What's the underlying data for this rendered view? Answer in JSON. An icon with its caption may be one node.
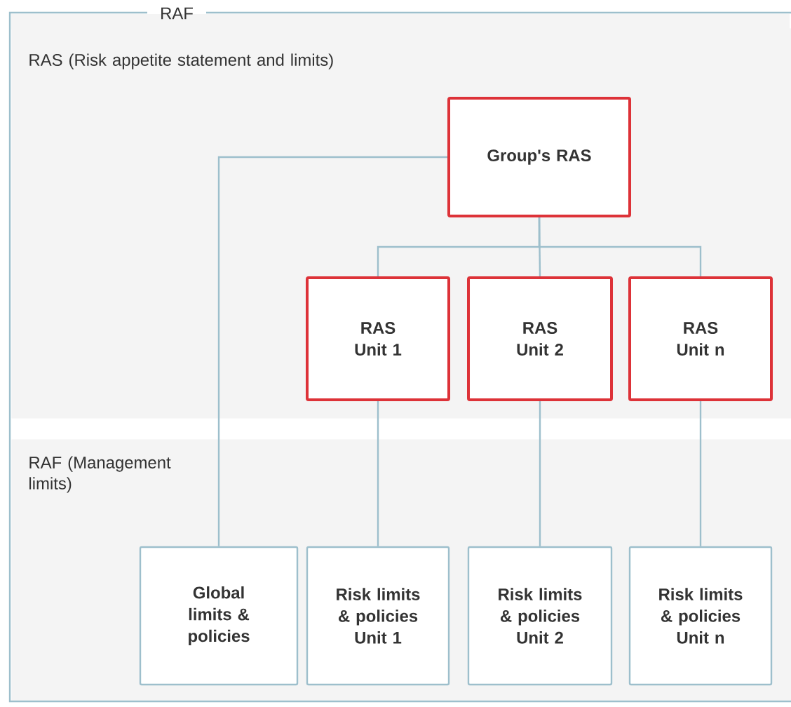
{
  "diagram": {
    "nodes": [
      {
        "text": [
          "RAF"
        ]
      },
      {
        "text": [
          "RAS (Risk appetite statement and limits)"
        ],
        "in": 0
      },
      {
        "text": [
          "RAF (Management limits)"
        ],
        "in": 0
      },
      {
        "text": [
          "Group's RAS"
        ],
        "in": 1
      },
      {
        "text": [
          "RAS Unit 1"
        ],
        "in": 1
      },
      {
        "text": [
          "RAS Unit 2"
        ],
        "in": 1
      },
      {
        "text": [
          "RAS Unit n"
        ],
        "in": 1
      },
      {
        "text": [
          "Global limits & policies"
        ],
        "in": 2
      },
      {
        "text": [
          "Risk limits & policies Unit 1"
        ],
        "in": 2
      },
      {
        "text": [
          "Risk limits & policies Unit 2"
        ],
        "in": 2
      },
      {
        "text": [
          "Risk limits & policies Unit n"
        ],
        "in": 2
      }
    ],
    "edges": [
      {
        "from": 3,
        "to": 7,
        "arrow": "none"
      },
      {
        "from": 3,
        "to": 4,
        "arrow": "none"
      },
      {
        "from": 3,
        "to": 5,
        "arrow": "none"
      },
      {
        "from": 3,
        "to": 6,
        "arrow": "none"
      },
      {
        "from": 4,
        "to": 8,
        "arrow": "none"
      },
      {
        "from": 5,
        "to": 9,
        "arrow": "none"
      },
      {
        "from": 6,
        "to": 10,
        "arrow": "none"
      }
    ]
  }
}
